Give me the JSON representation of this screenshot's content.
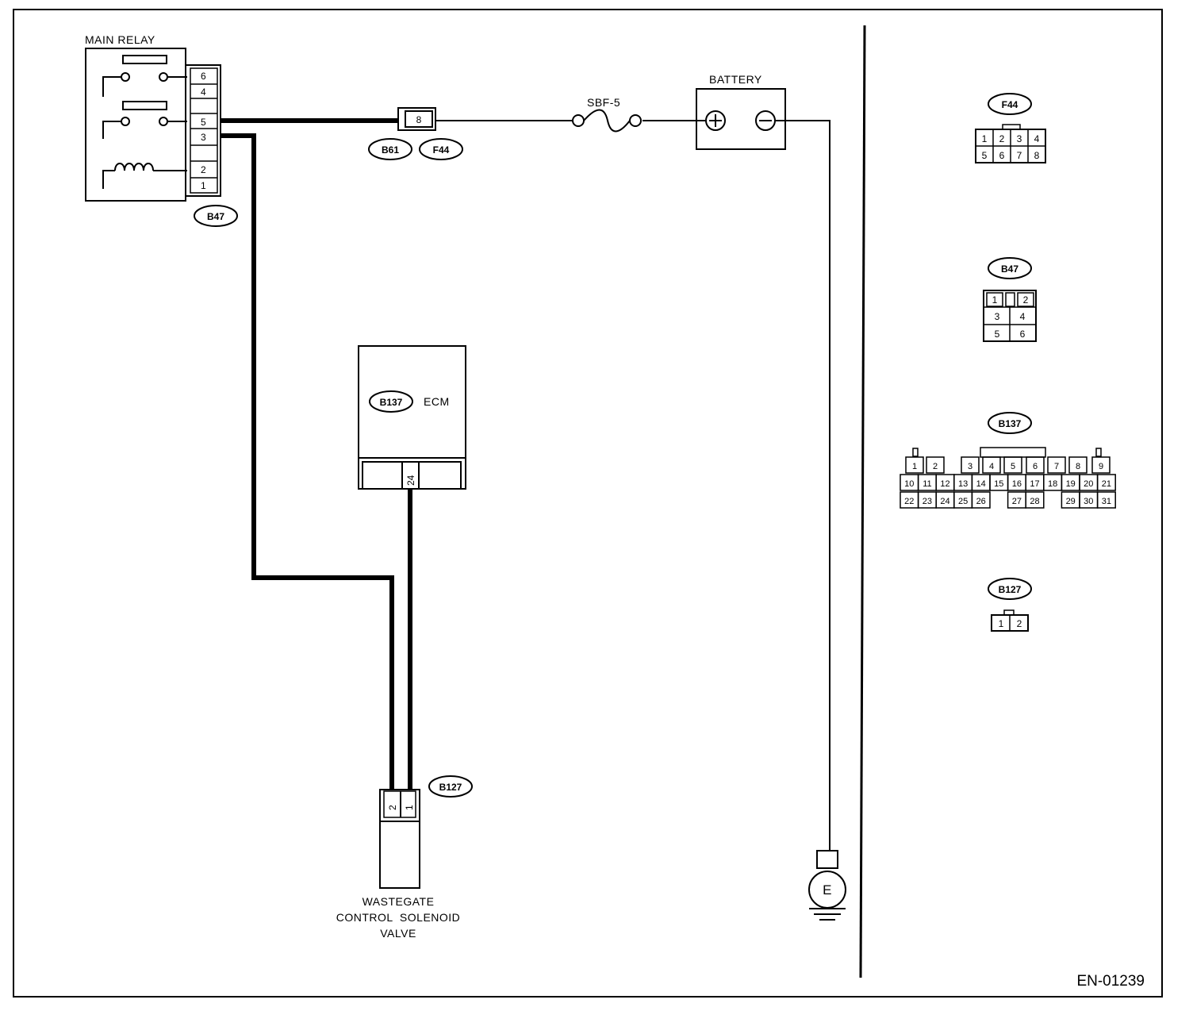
{
  "labels": {
    "main_relay": "MAIN RELAY",
    "battery": "BATTERY",
    "fuse": "SBF-5",
    "ecm": "ECM",
    "valve_line1": "WASTEGATE",
    "valve_line2": "CONTROL  SOLENOID",
    "valve_line3": "VALVE",
    "ground": "E",
    "diagram_code": "EN-01239"
  },
  "connectors": {
    "b47": "B47",
    "b61": "B61",
    "f44": "F44",
    "b137": "B137",
    "b127": "B127"
  },
  "pins": {
    "relay": [
      "6",
      "4",
      "5",
      "3",
      "2",
      "1"
    ],
    "f44_wire": "8",
    "ecm_wire": "24",
    "valve": [
      "2",
      "1"
    ]
  },
  "pin_views": {
    "f44": [
      "1",
      "2",
      "3",
      "4",
      "5",
      "6",
      "7",
      "8"
    ],
    "b47": [
      "1",
      "2",
      "3",
      "4",
      "5",
      "6"
    ],
    "b137": [
      "1",
      "2",
      "3",
      "4",
      "5",
      "6",
      "7",
      "8",
      "9",
      "10",
      "11",
      "12",
      "13",
      "14",
      "15",
      "16",
      "17",
      "18",
      "19",
      "20",
      "21",
      "22",
      "23",
      "24",
      "25",
      "26",
      "27",
      "28",
      "29",
      "30",
      "31"
    ],
    "b127": [
      "1",
      "2"
    ]
  }
}
